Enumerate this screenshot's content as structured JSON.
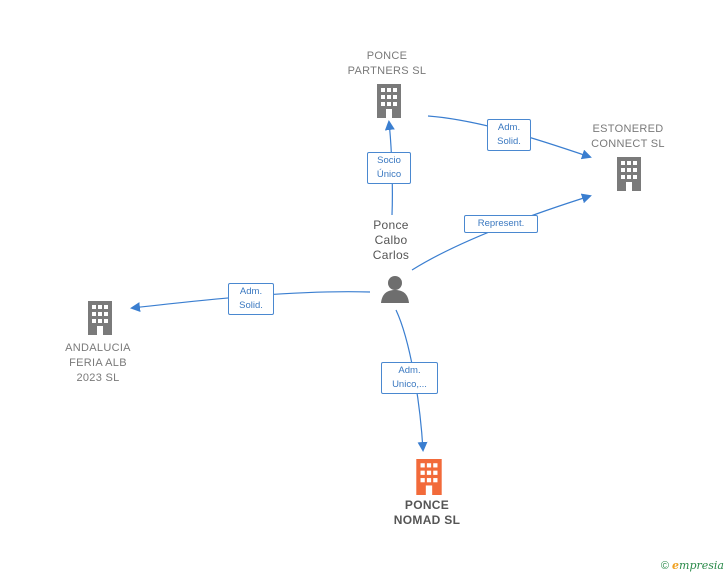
{
  "nodes": {
    "ponce_partners": {
      "label": "PONCE\nPARTNERS  SL"
    },
    "estonered": {
      "label": "ESTONERED\nCONNECT  SL"
    },
    "person": {
      "label": "Ponce\nCalbo\nCarlos"
    },
    "andalucia": {
      "label": "ANDALUCIA\nFERIA ALB\n2023  SL"
    },
    "ponce_nomad": {
      "label": "PONCE\nNOMAD  SL"
    }
  },
  "edges": {
    "socio_unico": {
      "label": "Socio\nÚnico"
    },
    "adm_solid_partners": {
      "label": "Adm.\nSolid."
    },
    "represent": {
      "label": "Represent."
    },
    "adm_solid_andalucia": {
      "label": "Adm.\nSolid."
    },
    "adm_unico": {
      "label": "Adm.\nUnico,..."
    }
  },
  "footer": {
    "copyright": "©",
    "brand_e": "e",
    "brand_rest": "mpresia"
  },
  "colors": {
    "building": "#7a7a7a",
    "focus_building": "#f26a3a",
    "edge": "#3a7ed0",
    "person": "#6e6e6e"
  }
}
